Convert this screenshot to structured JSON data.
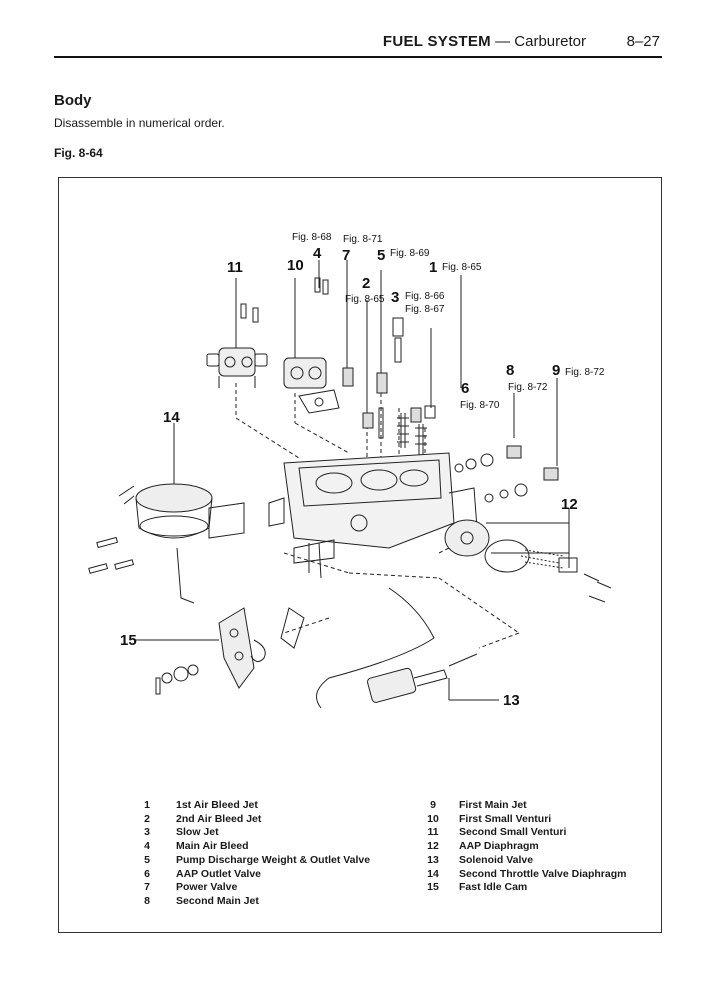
{
  "header": {
    "section": "FUEL SYSTEM",
    "dash": "—",
    "subsection": "Carburetor",
    "page_number": "8–27"
  },
  "section_title": "Body",
  "instruction": "Disassemble in numerical order.",
  "figure": {
    "label": "Fig. 8-64",
    "callouts": {
      "n1": "1",
      "n2": "2",
      "n3": "3",
      "n4": "4",
      "n5": "5",
      "n6": "6",
      "n7": "7",
      "n8": "8",
      "n9": "9",
      "n10": "10",
      "n11": "11",
      "n12": "12",
      "n13": "13",
      "n14": "14",
      "n15": "15"
    },
    "refs": {
      "r68": "Fig. 8-68",
      "r71": "Fig. 8-71",
      "r69": "Fig. 8-69",
      "r65a": "Fig. 8-65",
      "r65b": "Fig. 8-65",
      "r66": "Fig. 8-66",
      "r67": "Fig. 8-67",
      "r72a": "Fig. 8-72",
      "r72b": "Fig. 8-72",
      "r70": "Fig. 8-70"
    }
  },
  "legend_left": [
    {
      "num": "1",
      "name": "1st Air Bleed Jet"
    },
    {
      "num": "2",
      "name": "2nd Air Bleed Jet"
    },
    {
      "num": "3",
      "name": "Slow Jet"
    },
    {
      "num": "4",
      "name": "Main Air Bleed"
    },
    {
      "num": "5",
      "name": "Pump Discharge Weight & Outlet Valve"
    },
    {
      "num": "6",
      "name": "AAP Outlet Valve"
    },
    {
      "num": "7",
      "name": "Power Valve"
    },
    {
      "num": "8",
      "name": "Second Main Jet"
    }
  ],
  "legend_right": [
    {
      "num": "9",
      "name": "First Main Jet"
    },
    {
      "num": "10",
      "name": "First Small Venturi"
    },
    {
      "num": "11",
      "name": "Second Small Venturi"
    },
    {
      "num": "12",
      "name": "AAP Diaphragm"
    },
    {
      "num": "13",
      "name": "Solenoid Valve"
    },
    {
      "num": "14",
      "name": "Second Throttle Valve Diaphragm"
    },
    {
      "num": "15",
      "name": "Fast Idle Cam"
    }
  ]
}
